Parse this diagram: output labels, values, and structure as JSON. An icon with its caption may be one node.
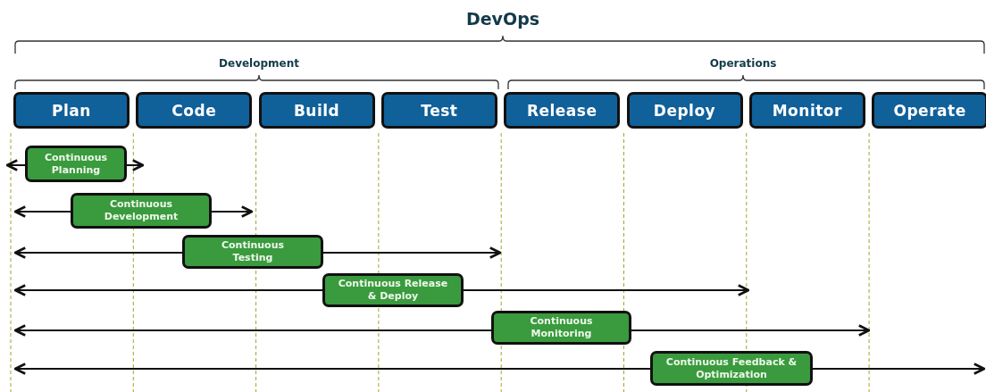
{
  "diagram": {
    "title": "DevOps",
    "nodes": [
      {
        "text": [
          "Plan"
        ]
      },
      {
        "text": [
          "Code"
        ]
      },
      {
        "text": [
          "Build"
        ]
      },
      {
        "text": [
          "Test"
        ]
      },
      {
        "text": [
          "Release"
        ]
      },
      {
        "text": [
          "Deploy"
        ]
      },
      {
        "text": [
          "Monitor"
        ]
      },
      {
        "text": [
          "Operate"
        ]
      },
      {
        "text": [
          "Continuous Planning"
        ]
      },
      {
        "text": [
          "Continuous Development"
        ]
      },
      {
        "text": [
          "Continuous Testing"
        ]
      },
      {
        "text": [
          "Continuous Release & Deploy"
        ]
      },
      {
        "text": [
          "Continuous Monitoring"
        ]
      },
      {
        "text": [
          "Continuous Feedback & Optimization"
        ]
      }
    ],
    "edges": [],
    "labels": [
      "Development",
      "Operations"
    ]
  }
}
